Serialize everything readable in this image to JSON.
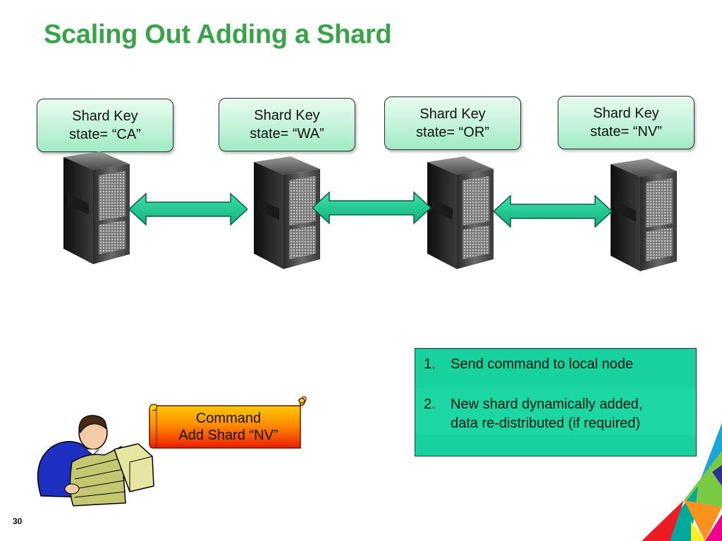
{
  "slide": {
    "title": "Scaling Out Adding a Shard",
    "page_number": "30"
  },
  "shards": [
    {
      "label": "Shard Key",
      "state": "state= “CA”"
    },
    {
      "label": "Shard Key",
      "state": "state= “WA”"
    },
    {
      "label": "Shard Key",
      "state": "state= “OR”"
    },
    {
      "label": "Shard Key",
      "state": "state= “NV”"
    }
  ],
  "command_scroll": {
    "line1": "Command",
    "line2": "Add Shard “NV”"
  },
  "steps": [
    {
      "num": "1.",
      "line1": "Send command to local node",
      "line2": ""
    },
    {
      "num": "2.",
      "line1": "New shard dynamically added,",
      "line2": "data re-distributed (if required)"
    }
  ],
  "colors": {
    "title": "#3aa34a",
    "arrow_fill": "#17c98f",
    "steps_box": "#17d29c",
    "scroll_top": "#ffd400",
    "scroll_bottom": "#f02a00"
  }
}
